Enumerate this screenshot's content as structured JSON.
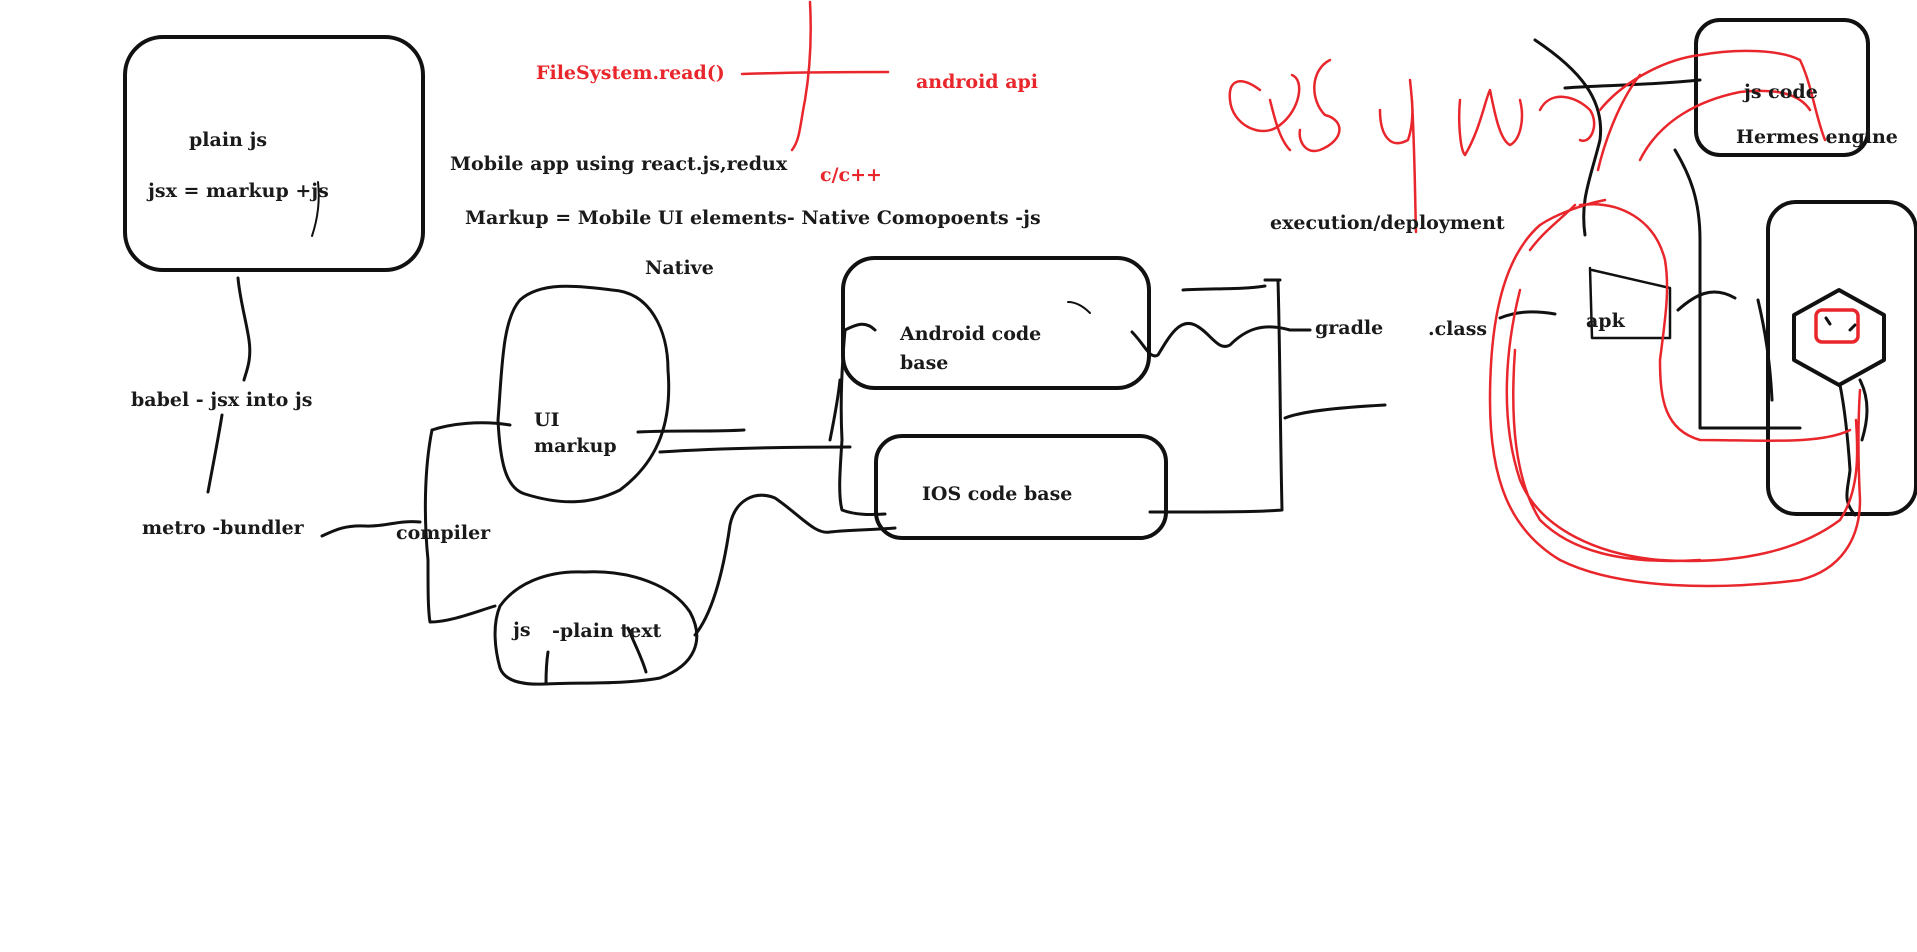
{
  "colors": {
    "ink": "#111111",
    "red_ink": "#e8262b",
    "background": "#ffffff"
  },
  "labels": {
    "plain_js": "plain js",
    "jsx_equation": "jsx = markup +js",
    "babel": "babel -  jsx into js",
    "metro_bundler": "metro -bundler",
    "compiler": "compiler",
    "ui_markup": "UI\nmarkup",
    "js": "js",
    "plain_text": "-plain text",
    "filesystem_read": "FileSystem.read()",
    "android_api": "android api",
    "c_cpp": "c/c++",
    "mobile_app": "Mobile app using react.js,redux",
    "markup_def": "Markup = Mobile UI elements- Native Comopoents -js",
    "native": "Native",
    "android_code_base": "Android code\nbase",
    "ios_code_base": "IOS code base",
    "execution_deployment": "execution/deployment",
    "gradle": "gradle",
    "class_ext": ".class",
    "apk": "apk",
    "js_code": "js code",
    "hermes_engine": "Hermes engine"
  }
}
